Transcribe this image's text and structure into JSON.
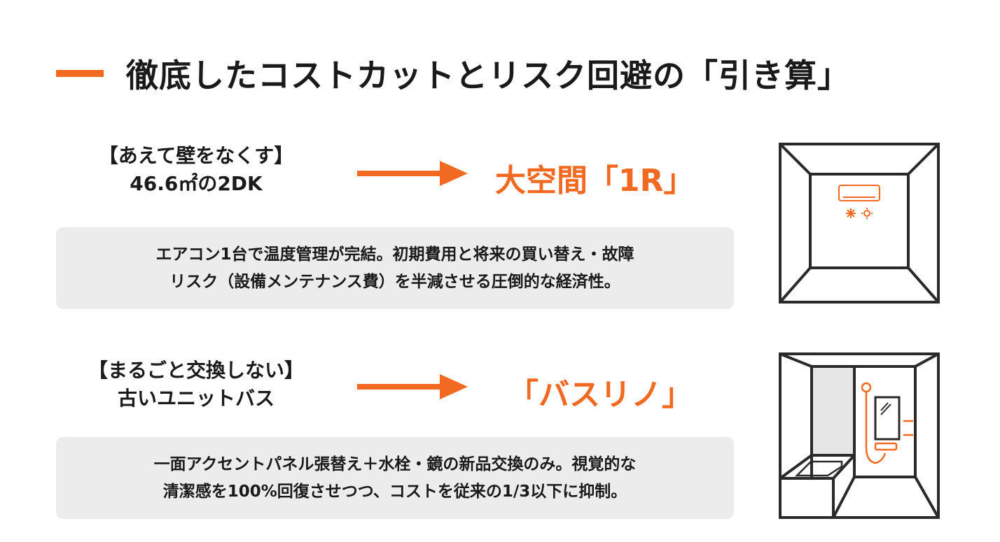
{
  "title": "徹底したコストカットとリスク回避の「引き算」",
  "colors": {
    "accent": "#f26a21",
    "box_bg": "#ececec"
  },
  "rows": [
    {
      "before_line1": "【あえて壁をなくす】",
      "before_line2": "46.6㎡の2DK",
      "result": "大空間「1R」",
      "desc_line1": "エアコン1台で温度管理が完結。初期費用と将来の買い替え・故障",
      "desc_line2": "リスク（設備メンテナンス費）を半減させる圧倒的な経済性。",
      "icon": "room-with-air-conditioner-icon"
    },
    {
      "before_line1": "【まるごと交換しない】",
      "before_line2": "古いユニットバス",
      "result": "「バスリノ」",
      "desc_line1": "一面アクセントパネル張替え＋水栓・鏡の新品交換のみ。視覚的な",
      "desc_line2": "清潔感を100%回復させつつ、コストを従来の1/3以下に抑制。",
      "icon": "bathroom-icon"
    }
  ]
}
